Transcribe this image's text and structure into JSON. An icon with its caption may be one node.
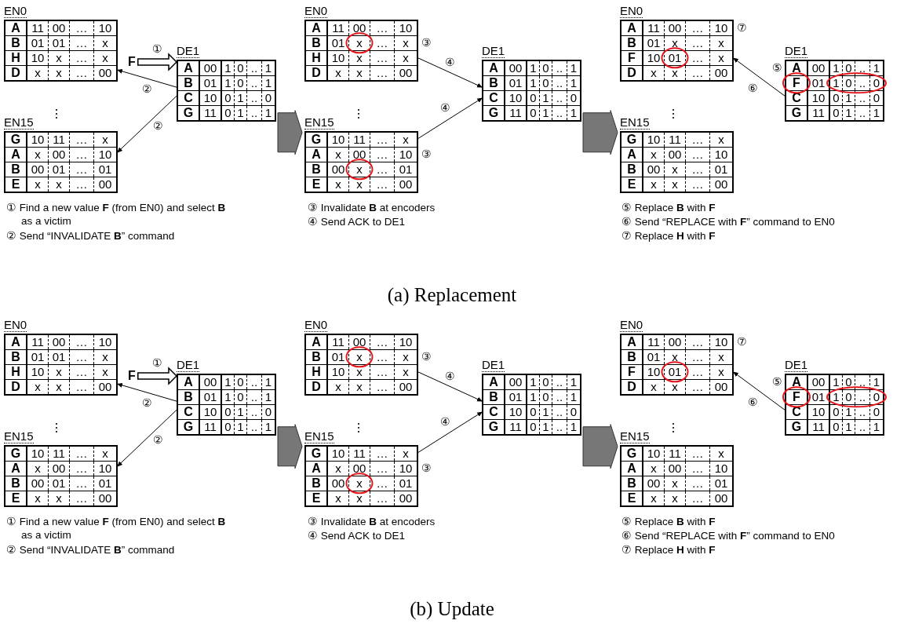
{
  "diagram": {
    "nodes": [
      {
        "text": [
          "EN0",
          "A",
          "11",
          "00",
          "…",
          "10",
          "B",
          "01",
          "01",
          "…",
          "x",
          "H",
          "10",
          "x",
          "…",
          "x",
          "D",
          "x",
          "x",
          "…",
          "00"
        ]
      },
      {
        "text": [
          "F"
        ]
      },
      {
        "text": [
          "DE1",
          "A",
          "00",
          "1",
          "0",
          "..",
          "1",
          "B",
          "01",
          "1",
          "0",
          "..",
          "1",
          "C",
          "10",
          "0",
          "1",
          "..",
          "0",
          "G",
          "11",
          "0",
          "1",
          "..",
          "1"
        ]
      },
      {
        "text": [
          "EN15",
          "G",
          "10",
          "11",
          "…",
          "x",
          "A",
          "x",
          "00",
          "…",
          "10",
          "B",
          "00",
          "01",
          "…",
          "01",
          "E",
          "x",
          "x",
          "…",
          "00"
        ]
      },
      {
        "text": [
          "EN0",
          "A",
          "11",
          "00",
          "…",
          "10",
          "B",
          "01",
          "x",
          "…",
          "x",
          "H",
          "10",
          "x",
          "…",
          "x",
          "D",
          "x",
          "x",
          "…",
          "00"
        ],
        "beside": [
          "③"
        ]
      },
      {
        "text": [
          "DE1",
          "A",
          "00",
          "1",
          "0",
          "..",
          "1",
          "B",
          "01",
          "1",
          "0",
          "..",
          "1",
          "C",
          "10",
          "0",
          "1",
          "..",
          "0",
          "G",
          "11",
          "0",
          "1",
          "..",
          "1"
        ]
      },
      {
        "text": [
          "EN15",
          "G",
          "10",
          "11",
          "…",
          "x",
          "A",
          "x",
          "00",
          "…",
          "10",
          "B",
          "00",
          "x",
          "…",
          "01",
          "E",
          "x",
          "x",
          "…",
          "00"
        ],
        "beside": [
          "③"
        ]
      },
      {
        "text": [
          "EN0",
          "A",
          "11",
          "00",
          "…",
          "10",
          "B",
          "01",
          "x",
          "…",
          "x",
          "F",
          "10",
          "01",
          "…",
          "x",
          "D",
          "x",
          "x",
          "…",
          "00"
        ],
        "beside": [
          "⑦"
        ]
      },
      {
        "text": [
          "DE1",
          "A",
          "00",
          "1",
          "0",
          "..",
          "1",
          "F",
          "01",
          "1",
          "0",
          "..",
          "0",
          "C",
          "10",
          "0",
          "1",
          "..",
          "0",
          "G",
          "11",
          "0",
          "1",
          "..",
          "1"
        ],
        "beside": [
          "⑤"
        ]
      },
      {
        "text": [
          "EN15",
          "G",
          "10",
          "11",
          "…",
          "x",
          "A",
          "x",
          "00",
          "…",
          "10",
          "B",
          "00",
          "x",
          "…",
          "01",
          "E",
          "x",
          "x",
          "…",
          "00"
        ]
      },
      {
        "text": [
          "EN0",
          "A",
          "11",
          "00",
          "…",
          "10",
          "B",
          "01",
          "01",
          "…",
          "x",
          "H",
          "10",
          "x",
          "…",
          "x",
          "D",
          "x",
          "x",
          "…",
          "00"
        ]
      },
      {
        "text": [
          "F"
        ]
      },
      {
        "text": [
          "DE1",
          "A",
          "00",
          "1",
          "0",
          "..",
          "1",
          "B",
          "01",
          "1",
          "0",
          "..",
          "1",
          "C",
          "10",
          "0",
          "1",
          "..",
          "0",
          "G",
          "11",
          "0",
          "1",
          "..",
          "1"
        ]
      },
      {
        "text": [
          "EN15",
          "G",
          "10",
          "11",
          "…",
          "x",
          "A",
          "x",
          "00",
          "…",
          "10",
          "B",
          "00",
          "01",
          "…",
          "01",
          "E",
          "x",
          "x",
          "…",
          "00"
        ]
      },
      {
        "text": [
          "EN0",
          "A",
          "11",
          "00",
          "…",
          "10",
          "B",
          "01",
          "x",
          "…",
          "x",
          "H",
          "10",
          "x",
          "…",
          "x",
          "D",
          "x",
          "x",
          "…",
          "00"
        ],
        "beside": [
          "③"
        ]
      },
      {
        "text": [
          "DE1",
          "A",
          "00",
          "1",
          "0",
          "..",
          "1",
          "B",
          "01",
          "1",
          "0",
          "..",
          "1",
          "C",
          "10",
          "0",
          "1",
          "..",
          "0",
          "G",
          "11",
          "0",
          "1",
          "..",
          "1"
        ]
      },
      {
        "text": [
          "EN15",
          "G",
          "10",
          "11",
          "…",
          "x",
          "A",
          "x",
          "00",
          "…",
          "10",
          "B",
          "00",
          "x",
          "…",
          "01",
          "E",
          "x",
          "x",
          "…",
          "00"
        ],
        "beside": [
          "③"
        ]
      },
      {
        "text": [
          "EN0",
          "A",
          "11",
          "00",
          "…",
          "10",
          "B",
          "01",
          "x",
          "…",
          "x",
          "F",
          "10",
          "01",
          "…",
          "x",
          "D",
          "x",
          "x",
          "…",
          "00"
        ],
        "beside": [
          "⑦"
        ]
      },
      {
        "text": [
          "DE1",
          "A",
          "00",
          "1",
          "0",
          "..",
          "1",
          "F",
          "01",
          "1",
          "0",
          "..",
          "0",
          "C",
          "10",
          "0",
          "1",
          "..",
          "0",
          "G",
          "11",
          "0",
          "1",
          "..",
          "1"
        ],
        "beside": [
          "⑤"
        ]
      },
      {
        "text": [
          "EN15",
          "G",
          "10",
          "11",
          "…",
          "x",
          "A",
          "x",
          "00",
          "…",
          "10",
          "B",
          "00",
          "x",
          "…",
          "01",
          "E",
          "x",
          "x",
          "…",
          "00"
        ]
      }
    ],
    "edges": [
      {
        "from": 1,
        "to": 2,
        "arrow": "to",
        "label": "①",
        "style": "thick"
      },
      {
        "from": 2,
        "to": 0,
        "arrow": "to",
        "label": "②"
      },
      {
        "from": 2,
        "to": 3,
        "arrow": "to",
        "label": "②"
      },
      {
        "from": 4,
        "to": 5,
        "arrow": "to",
        "label": "④"
      },
      {
        "from": 6,
        "to": 5,
        "arrow": "to",
        "label": "④"
      },
      {
        "from": 8,
        "to": 7,
        "arrow": "to",
        "label": "⑥"
      },
      {
        "from": 2,
        "to": 6,
        "arrow": "to",
        "style": "thick",
        "color": "#777777"
      },
      {
        "from": 5,
        "to": 9,
        "arrow": "to",
        "style": "thick",
        "color": "#777777"
      },
      {
        "from": 11,
        "to": 12,
        "arrow": "to",
        "label": "①",
        "style": "thick"
      },
      {
        "from": 12,
        "to": 10,
        "arrow": "to",
        "label": "②"
      },
      {
        "from": 12,
        "to": 13,
        "arrow": "to",
        "label": "②"
      },
      {
        "from": 14,
        "to": 15,
        "arrow": "to",
        "label": "④"
      },
      {
        "from": 16,
        "to": 15,
        "arrow": "to",
        "label": "④"
      },
      {
        "from": 18,
        "to": 17,
        "arrow": "to",
        "label": "⑥"
      },
      {
        "from": 12,
        "to": 16,
        "arrow": "to",
        "style": "thick",
        "color": "#777777"
      },
      {
        "from": 15,
        "to": 19,
        "arrow": "to",
        "style": "thick",
        "color": "#777777"
      }
    ],
    "labels": [
      "① Find a new value **F** (from EN0) and select **B** as a victim",
      "② Send “INVALIDATE **B**” command",
      "③ Invalidate **B** at encoders",
      "④ Send ACK to DE1",
      "⑤ Replace **B** with **F**",
      "⑥ Send “REPLACE with **F**” command to EN0",
      "⑦ Replace **H** with **F**",
      "(a) Replacement",
      "① Find a new value **F** (from EN0) and select **B** as a victim",
      "② Send “INVALIDATE **B**” command",
      "③ Invalidate **B** at encoders",
      "④ Send ACK to DE1",
      "⑤ Replace **B** with **F**",
      "⑥ Send “REPLACE with **F**” command to EN0",
      "⑦ Replace **H** with **F**",
      "(b) Update"
    ]
  }
}
